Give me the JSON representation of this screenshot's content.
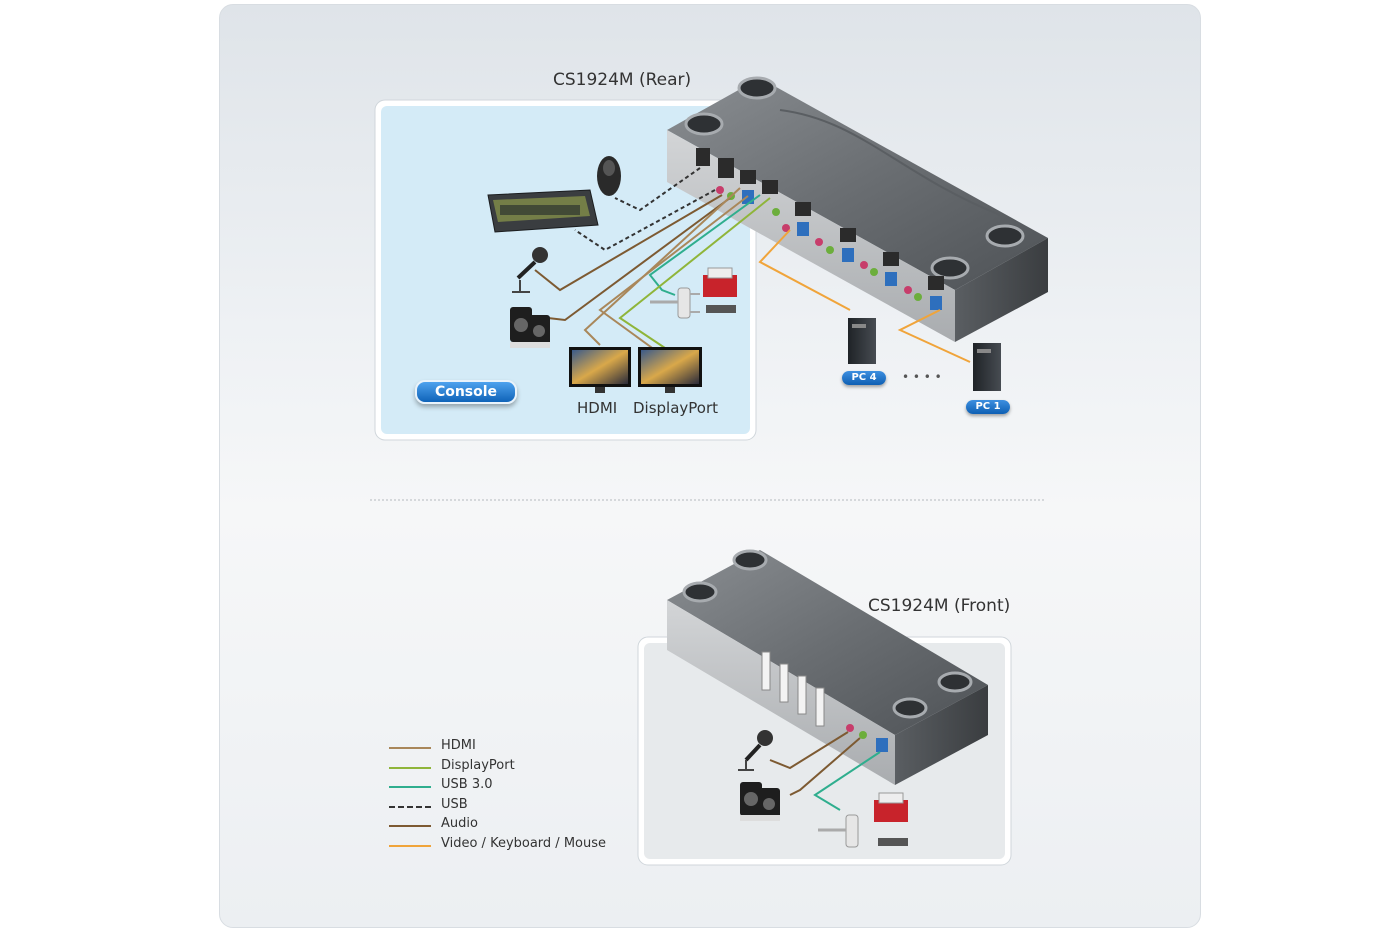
{
  "rear_title": "CS1924M (Rear)",
  "front_title": "CS1924M (Front)",
  "console_label": "Console",
  "monitor_labels": {
    "hdmi": "HDMI",
    "displayport": "DisplayPort"
  },
  "pcs": {
    "pc4": "PC 4",
    "pc1": "PC 1",
    "ellipsis": "• • • •"
  },
  "legend": [
    {
      "label": "HDMI",
      "color": "#a9875a",
      "style": "solid"
    },
    {
      "label": "DisplayPort",
      "color": "#8fb53a",
      "style": "solid"
    },
    {
      "label": "USB 3.0",
      "color": "#2fae8e",
      "style": "solid"
    },
    {
      "label": "USB",
      "color": "#333333",
      "style": "dashed"
    },
    {
      "label": "Audio",
      "color": "#7d5a32",
      "style": "solid"
    },
    {
      "label": "Video / Keyboard / Mouse",
      "color": "#f0a43a",
      "style": "solid"
    }
  ],
  "colors": {
    "console_panel": "#d4ebf7",
    "front_panel": "#e7eaec",
    "device_body": "#6d7175",
    "badge_blue": "#1570c7"
  }
}
